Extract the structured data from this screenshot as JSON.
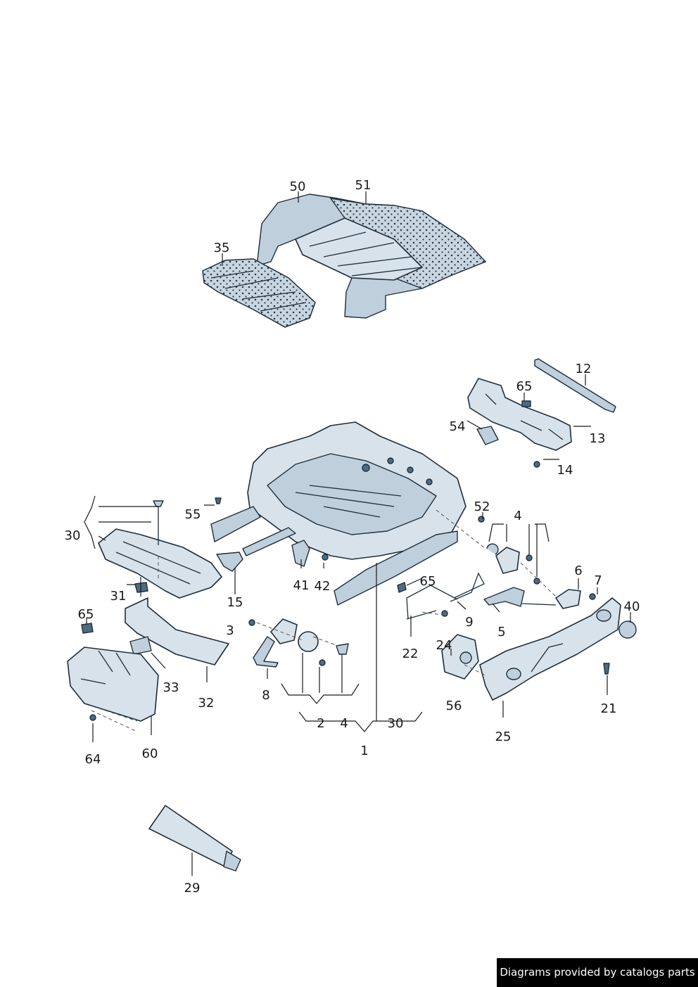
{
  "diagram": {
    "labels": [
      "50",
      "51",
      "35",
      "12",
      "65",
      "54",
      "13",
      "14",
      "52",
      "4",
      "55",
      "30",
      "6",
      "7",
      "40",
      "65",
      "31",
      "15",
      "41",
      "42",
      "9",
      "3",
      "5",
      "65",
      "24",
      "22",
      "33",
      "32",
      "8",
      "2",
      "4",
      "30",
      "56",
      "21",
      "64",
      "60",
      "25",
      "1",
      "29"
    ]
  },
  "footer": {
    "watermark": "Diagrams provided by catalogs parts"
  }
}
